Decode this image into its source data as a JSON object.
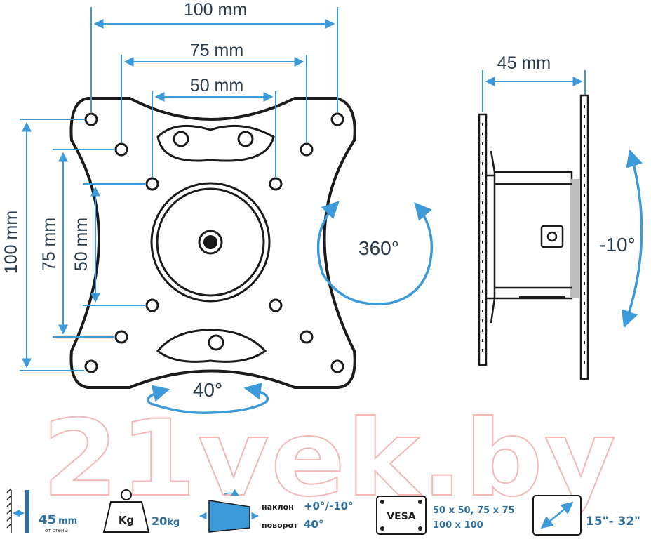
{
  "dimensions": {
    "h_100": "100 mm",
    "h_75": "75 mm",
    "h_50": "50 mm",
    "v_100": "100 mm",
    "v_75": "75 mm",
    "v_50": "50 mm",
    "depth": "45 mm"
  },
  "angles": {
    "rotation": "360°",
    "swivel": "40°",
    "tilt": "-10°"
  },
  "watermark": "21vek.by",
  "specs": {
    "depth_value": "45",
    "depth_unit": "mm",
    "depth_caption": "от стены",
    "weight_icon_label": "Kg",
    "weight_value": "20",
    "weight_unit": "kg",
    "tilt_label": "наклон",
    "tilt_value": "+0°/-10°",
    "swivel_label": "поворот",
    "swivel_value": "40°",
    "vesa_icon_label": "VESA",
    "vesa_line1": "50 x 50, 75 x 75",
    "vesa_line2": "100 x 100",
    "screen_size": "15\"- 32\""
  },
  "colors": {
    "accent_blue": "#3d9ad8",
    "outline": "#1b1b1b",
    "spec_blue": "#2f6f9f",
    "watermark": "#f3b8b8"
  }
}
